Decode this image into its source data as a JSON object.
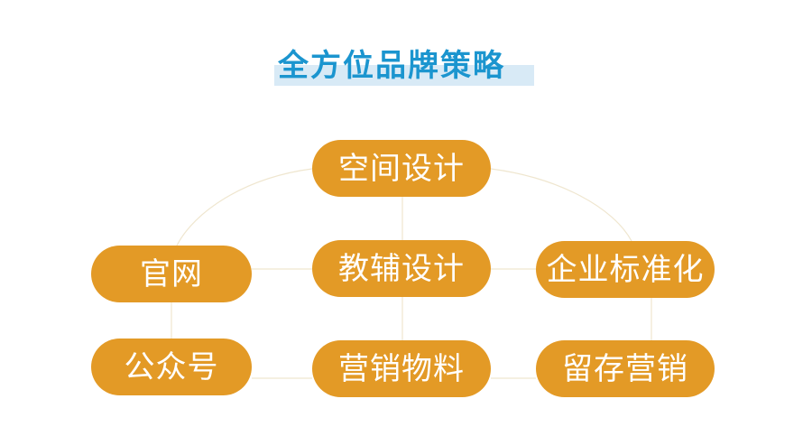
{
  "title": "全方位品牌策略",
  "colors": {
    "title": "#1b95cf",
    "title_highlight": "#d8eaf6",
    "node": "#e39a26",
    "connector": "#efe6cf"
  },
  "nodes": {
    "space_design": "空间设计",
    "website": "官网",
    "teaching_aids": "教辅设计",
    "corporate_vi": "企业标准化",
    "wechat_account": "公众号",
    "marketing_materials": "营销物料",
    "retention_marketing": "留存营销"
  }
}
